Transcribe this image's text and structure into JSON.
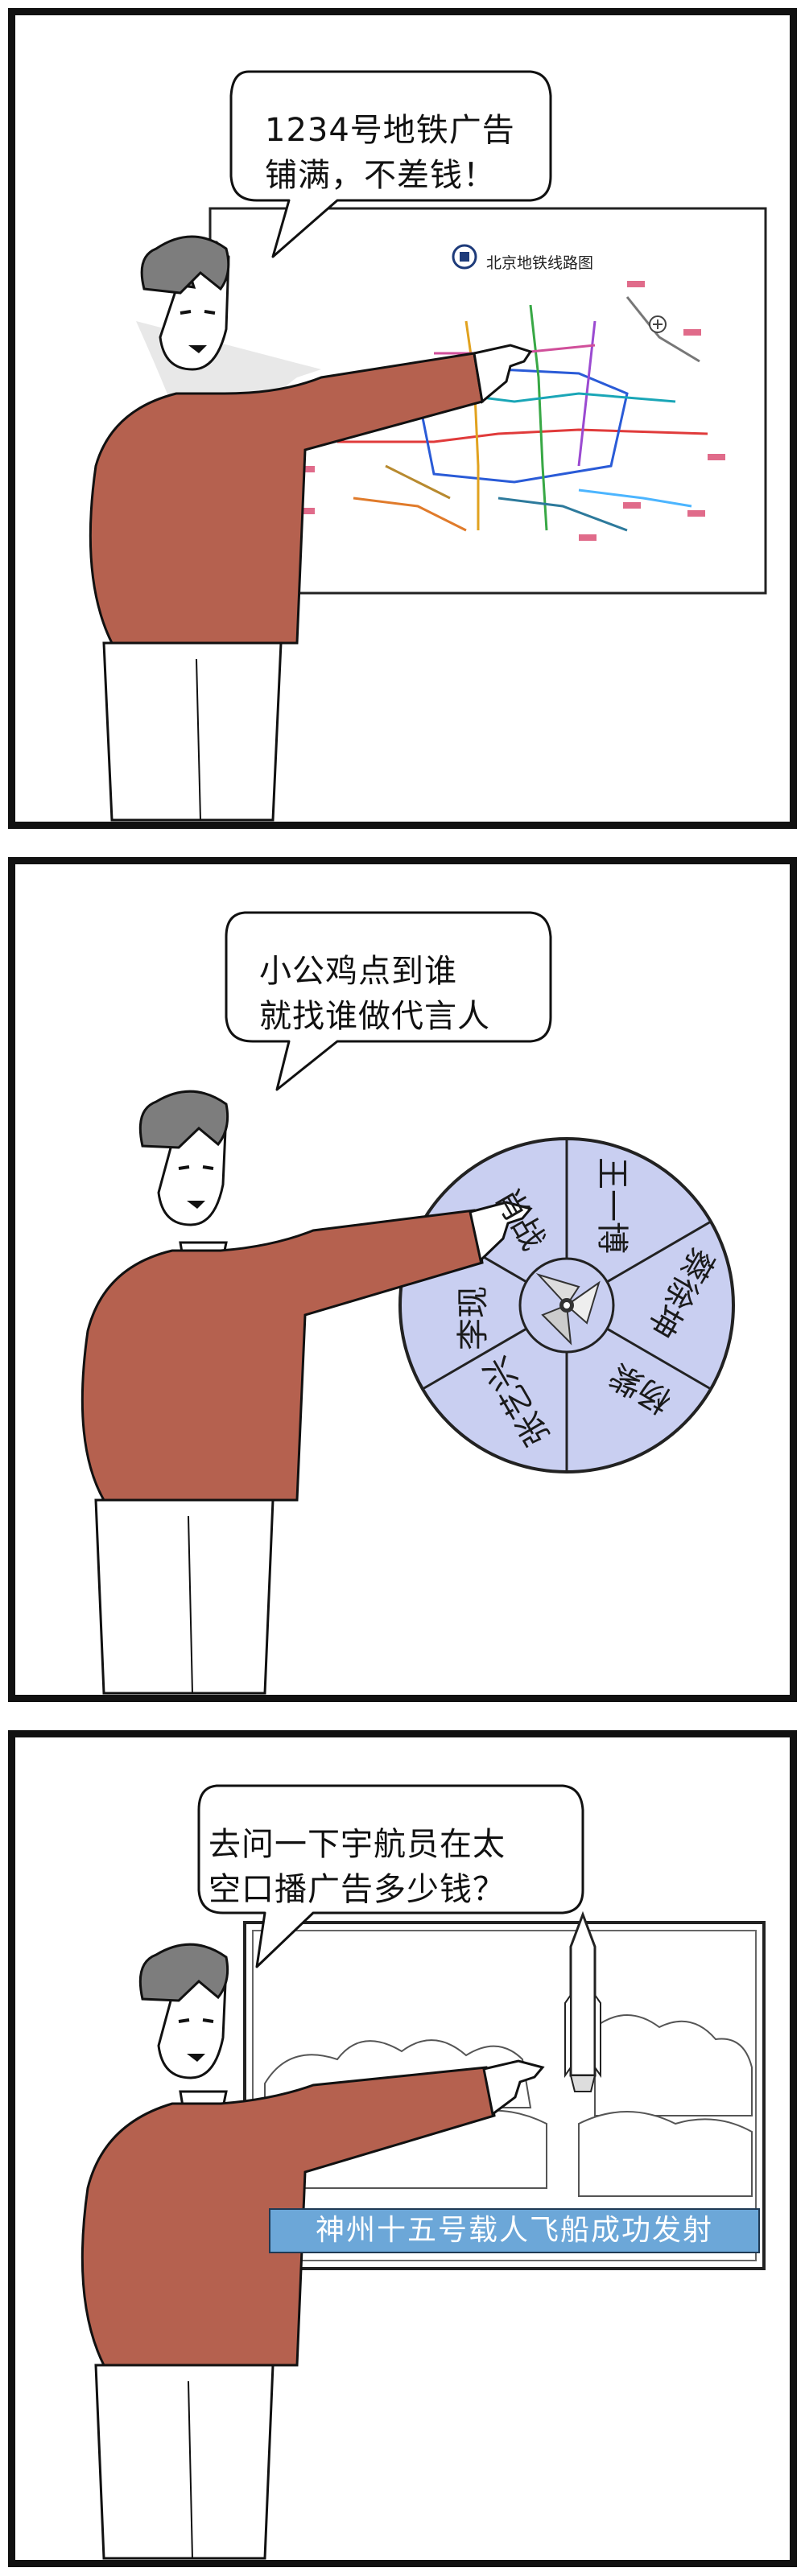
{
  "panels": [
    {
      "bubble": "1234号地铁广告\n铺满，不差钱！",
      "map_title": "北京地铁线路图"
    },
    {
      "bubble": "小公鸡点到谁\n就找谁做代言人",
      "wheel_labels": [
        "王一博",
        "蔡徐坤",
        "杨紫",
        "张艺兴",
        "李现",
        "肖战"
      ]
    },
    {
      "bubble": "去问一下宇航员在太\n空口播广告多少钱？",
      "banner": "神州十五号载人飞船成功发射"
    }
  ],
  "colors": {
    "sweater": "#b5614f",
    "hair": "#7d7d7d",
    "wheel": "#c9cff1",
    "banner": "#6ca7d8"
  }
}
